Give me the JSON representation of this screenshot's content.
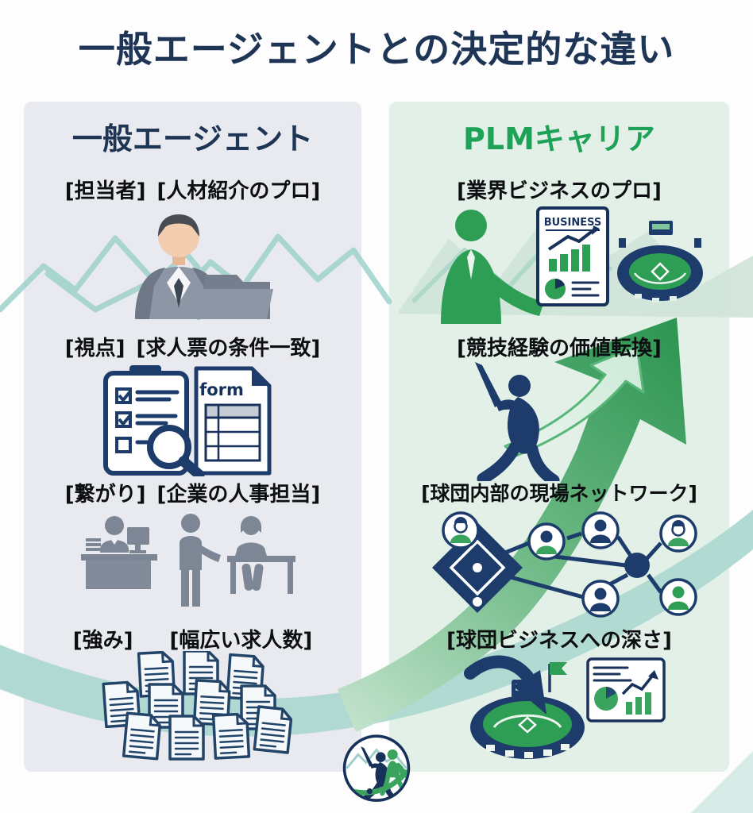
{
  "title": "一般エージェントとの決定的な違い",
  "colors": {
    "title_navy": "#1e3555",
    "plm_green": "#1ea257",
    "panel_left_bg": "#e9eaef",
    "panel_right_bg": "#e2f0e7",
    "icon_navy": "#1d3c6b",
    "icon_gray": "#7c8695",
    "mountain_teal": "#9fd2cc",
    "arrow_green": "#2f9e55"
  },
  "comparison": {
    "left": {
      "header": "一般エージェント",
      "rows": [
        {
          "tag": "[担当者]",
          "value": "[人材紹介のプロ]"
        },
        {
          "tag": "[視点]",
          "value": "[求人票の条件一致]"
        },
        {
          "tag": "[繋がり]",
          "value": "[企業の人事担当]"
        },
        {
          "tag": "[強み]",
          "value": "[幅広い求人数]"
        }
      ]
    },
    "right": {
      "header": "PLMキャリア",
      "rows": [
        {
          "value": "[業界ビジネスのプロ]"
        },
        {
          "value": "[競技経験の価値転換]"
        },
        {
          "value": "[球団内部の現場ネットワーク]"
        },
        {
          "value": "[球団ビジネスへの深さ]"
        }
      ]
    }
  },
  "icons": {
    "business_label": "BUSINESS",
    "form_label": "form"
  }
}
